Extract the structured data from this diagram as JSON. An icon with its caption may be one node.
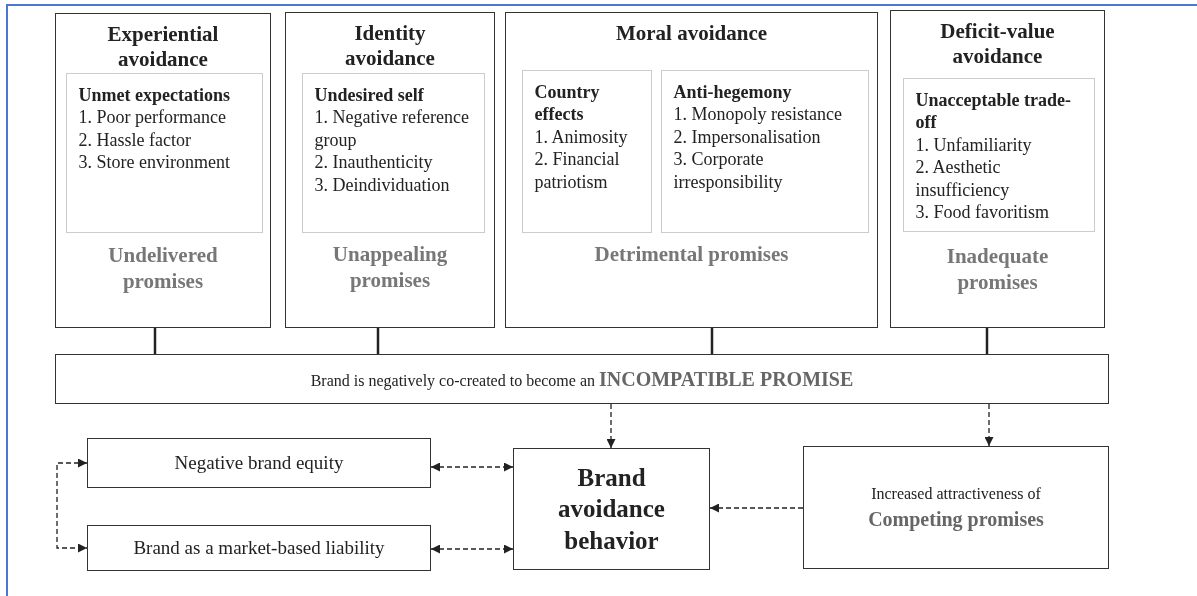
{
  "diagram": {
    "nodes": [
      {
        "text": [
          "Experiential avoidance",
          "Undelivered promises"
        ]
      },
      {
        "text": [
          "Unmet expectations",
          "1. Poor performance",
          "2. Hassle factor",
          "3. Store environment"
        ],
        "in": 0
      },
      {
        "text": [
          "Identity avoidance",
          "Unappealing promises"
        ]
      },
      {
        "text": [
          "Undesired self",
          "1. Negative reference group",
          "2. Inauthenticity",
          "3. Deindividuation"
        ],
        "in": 2
      },
      {
        "text": [
          "Moral avoidance",
          "Detrimental promises"
        ]
      },
      {
        "text": [
          "Country effects",
          "1. Animosity",
          "2. Financial patriotism"
        ],
        "in": 4
      },
      {
        "text": [
          "Anti-hegemony",
          "1. Monopoly resistance",
          "2. Impersonalisation",
          "3. Corporate irresponsibility"
        ],
        "in": 4
      },
      {
        "text": [
          "Deficit-value avoidance",
          "Inadequate promises"
        ]
      },
      {
        "text": [
          "Unacceptable trade-off",
          "1. Unfamiliarity",
          "2. Aesthetic insufficiency",
          "3. Food favoritism"
        ],
        "in": 7
      },
      {
        "text": [
          "Brand is negatively co-created to become an **INCOMPATIBLE PROMISE**"
        ]
      },
      {
        "text": [
          "Negative brand equity"
        ]
      },
      {
        "text": [
          "Brand avoidance behavior"
        ]
      },
      {
        "text": [
          "Increased attractiveness of",
          "Competing promises"
        ]
      },
      {
        "text": [
          "Brand as a market-based liability"
        ]
      }
    ],
    "edges": [
      {
        "from": 0,
        "to": 9,
        "arrow": "none"
      },
      {
        "from": 2,
        "to": 9,
        "arrow": "none"
      },
      {
        "from": 4,
        "to": 9,
        "arrow": "none"
      },
      {
        "from": 7,
        "to": 9,
        "arrow": "none"
      },
      {
        "from": 9,
        "to": 11,
        "arrow": "to",
        "style": "dashed"
      },
      {
        "from": 9,
        "to": 12,
        "arrow": "to",
        "style": "dashed"
      },
      {
        "from": 10,
        "to": 11,
        "arrow": "both",
        "style": "dashed"
      },
      {
        "from": 13,
        "to": 11,
        "arrow": "both",
        "style": "dashed"
      },
      {
        "from": 12,
        "to": 11,
        "arrow": "to",
        "style": "dashed"
      },
      {
        "from": 10,
        "to": 13,
        "arrow": "both",
        "style": "dashed"
      }
    ]
  }
}
